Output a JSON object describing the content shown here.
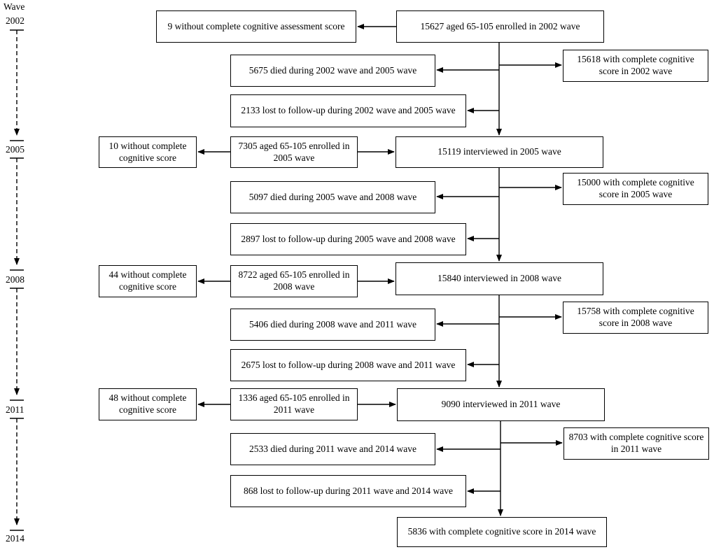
{
  "timeline": {
    "header": "Wave",
    "years": [
      "2002",
      "2005",
      "2008",
      "2011",
      "2014"
    ]
  },
  "boxes": {
    "start": "15627 aged 65-105 enrolled in 2002 wave",
    "excluded_2002": "9 without complete cognitive assessment score",
    "complete_2002": "15618 with complete cognitive score in 2002 wave",
    "died_02_05": "5675 died during 2002 wave and 2005 wave",
    "lost_02_05": "2133 lost to follow-up during 2002 wave and 2005 wave",
    "enrolled_2005": "7305 aged 65-105 enrolled in 2005 wave",
    "excluded_2005": "10 without complete cognitive score",
    "interviewed_2005": "15119 interviewed in 2005 wave",
    "complete_2005": "15000 with complete cognitive score in 2005 wave",
    "died_05_08": "5097 died during 2005 wave and 2008 wave",
    "lost_05_08": "2897 lost to follow-up during 2005 wave and 2008 wave",
    "enrolled_2008": "8722 aged 65-105 enrolled in 2008 wave",
    "excluded_2008": "44 without complete cognitive score",
    "interviewed_2008": "15840 interviewed in 2008 wave",
    "complete_2008": "15758 with complete cognitive score in 2008 wave",
    "died_08_11": "5406 died during 2008 wave and 2011 wave",
    "lost_08_11": "2675 lost to follow-up during 2008 wave and 2011 wave",
    "enrolled_2011": "1336 aged 65-105 enrolled in 2011 wave",
    "excluded_2011": "48 without complete cognitive score",
    "interviewed_2011": "9090 interviewed in 2011 wave",
    "complete_2011": "8703 with complete cognitive score in 2011 wave",
    "died_11_14": "2533 died during 2011 wave and 2014 wave",
    "lost_11_14": "868 lost to follow-up during 2011 wave and 2014 wave",
    "final_2014": "5836 with complete cognitive score in 2014 wave"
  }
}
